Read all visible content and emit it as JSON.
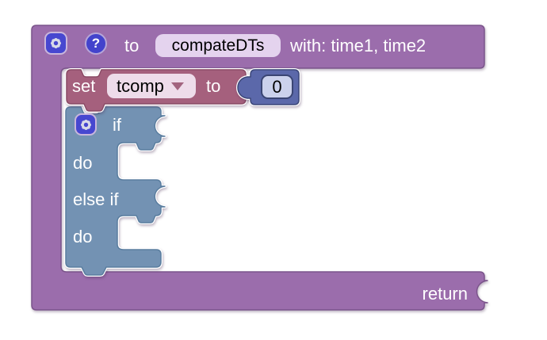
{
  "workspace": {
    "background": "#ffffff"
  },
  "colors": {
    "function_block": "#9b6dac",
    "function_block_border": "#7b548b",
    "set_block": "#a5607d",
    "set_block_border": "#8a4b66",
    "if_block": "#7392b3",
    "if_block_border": "#5a7d9f",
    "number_block": "#5b68aa",
    "number_block_border": "#3c4779",
    "mutator_button": "#4747d0",
    "name_field_bg": "#e4d3ee",
    "dropdown_field_bg": "#eedcea",
    "number_field_bg": "#cbd1ec"
  },
  "function_block": {
    "keyword": "to",
    "name": "compateDTs",
    "params": "with: time1, time2",
    "return_label": "return",
    "help_label": "?",
    "gear_icon": "gear-icon",
    "help_icon": "question-mark-icon"
  },
  "set_block": {
    "keyword_set": "set",
    "variable": "tcomp",
    "keyword_to": "to",
    "dropdown_arrow_icon": "chevron-down-icon"
  },
  "number_block": {
    "value": "0"
  },
  "if_block": {
    "gear_icon": "gear-icon",
    "if_label": "if",
    "do_label": "do",
    "else_if_label": "else if",
    "do_label_2": "do"
  }
}
